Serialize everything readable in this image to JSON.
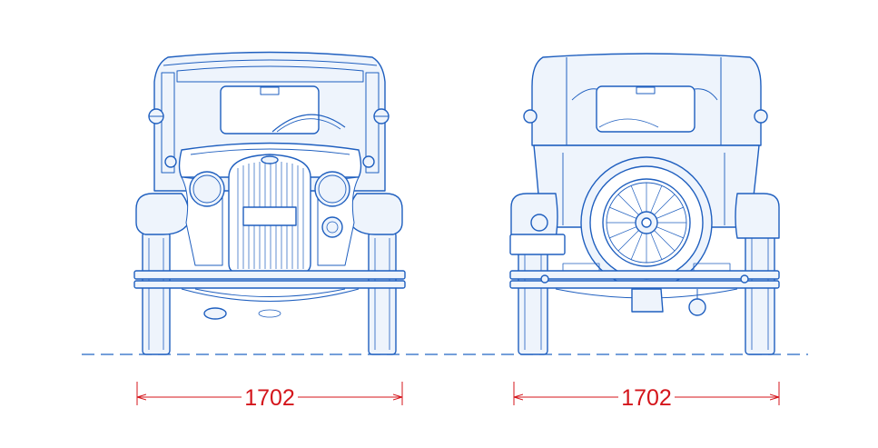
{
  "views": [
    {
      "name": "front",
      "dimension": {
        "value": "1702"
      }
    },
    {
      "name": "rear",
      "dimension": {
        "value": "1702"
      }
    }
  ],
  "colors": {
    "outline": "#1f5fbf",
    "outline_light": "#3f7fd6",
    "fill": "#eef4fc",
    "dimension": "#d4151b",
    "ground": "#2266c4"
  }
}
